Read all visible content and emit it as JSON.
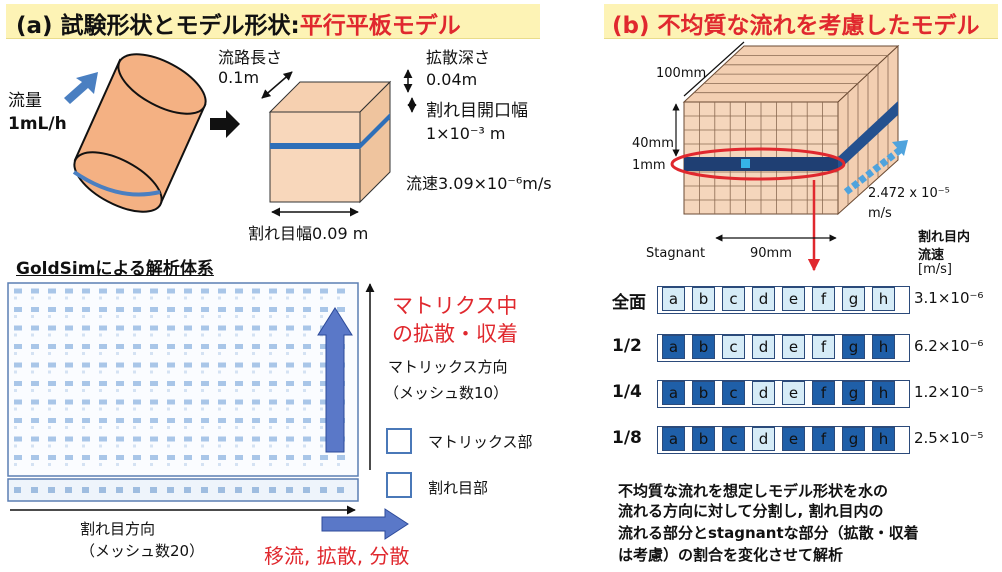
{
  "panel_a": {
    "title_black": "(a) 試験形状とモデル形状:",
    "title_red": "平行平板モデル",
    "flow_label": "流量",
    "flow_value": "1mL/h",
    "path_length_label": "流路長さ",
    "path_length_value": "0.1m",
    "diffusion_depth_label": "拡散深さ",
    "diffusion_depth_value": "0.04m",
    "aperture_label": "割れ目開口幅",
    "aperture_value": "1×10⁻³ m",
    "velocity": "流速3.09×10⁻⁶m/s",
    "fracture_width": "割れ目幅0.09 m"
  },
  "goldsim": {
    "title": "GoldSimによる解析体系",
    "matrix_diffusion_line1": "マトリクス中",
    "matrix_diffusion_line2": "の拡散・収着",
    "matrix_direction": "マトリックス方向",
    "matrix_mesh": "（メッシュ数10）",
    "legend_matrix": "マトリックス部",
    "legend_fracture": "割れ目部",
    "fracture_direction": "割れ目方向",
    "fracture_mesh": "（メッシュ数20）",
    "transport": "移流, 拡散, 分散"
  },
  "panel_b": {
    "title": "(b) 不均質な流れを考慮したモデル",
    "dim_100": "100mm",
    "dim_40": "40mm",
    "dim_1": "1mm",
    "velocity_value": "2.472 x 10⁻⁵",
    "velocity_unit": "m/s",
    "stagnant": "Stagnant",
    "dim_90": "90mm",
    "col_header_line1": "割れ目内",
    "col_header_line2": "流速",
    "col_header_unit": "[m/s]",
    "cell_labels": [
      "a",
      "b",
      "c",
      "d",
      "e",
      "f",
      "g",
      "h"
    ],
    "rows": [
      {
        "label": "全面",
        "value": "3.1×10⁻⁶",
        "fast": [
          false,
          false,
          false,
          false,
          false,
          false,
          false,
          false
        ]
      },
      {
        "label": "1/2",
        "value": "6.2×10⁻⁶",
        "fast": [
          true,
          true,
          false,
          false,
          false,
          false,
          true,
          true
        ]
      },
      {
        "label": "1/4",
        "value": "1.2×10⁻⁵",
        "fast": [
          true,
          true,
          true,
          false,
          false,
          true,
          true,
          true
        ]
      },
      {
        "label": "1/8",
        "value": "2.5×10⁻⁵",
        "fast": [
          true,
          true,
          true,
          false,
          true,
          true,
          true,
          true
        ]
      }
    ],
    "description": [
      "不均質な流れを想定しモデル形状を水の",
      "流れる方向に対して分割し, 割れ目内の",
      "流れる部分とstagnantな部分（拡散・収着",
      "は考慮）の割合を変化させて解析"
    ],
    "colors": {
      "fast": "#1f5fa8",
      "slow": "#d6ecf7",
      "accent_red": "#e0282e"
    }
  }
}
